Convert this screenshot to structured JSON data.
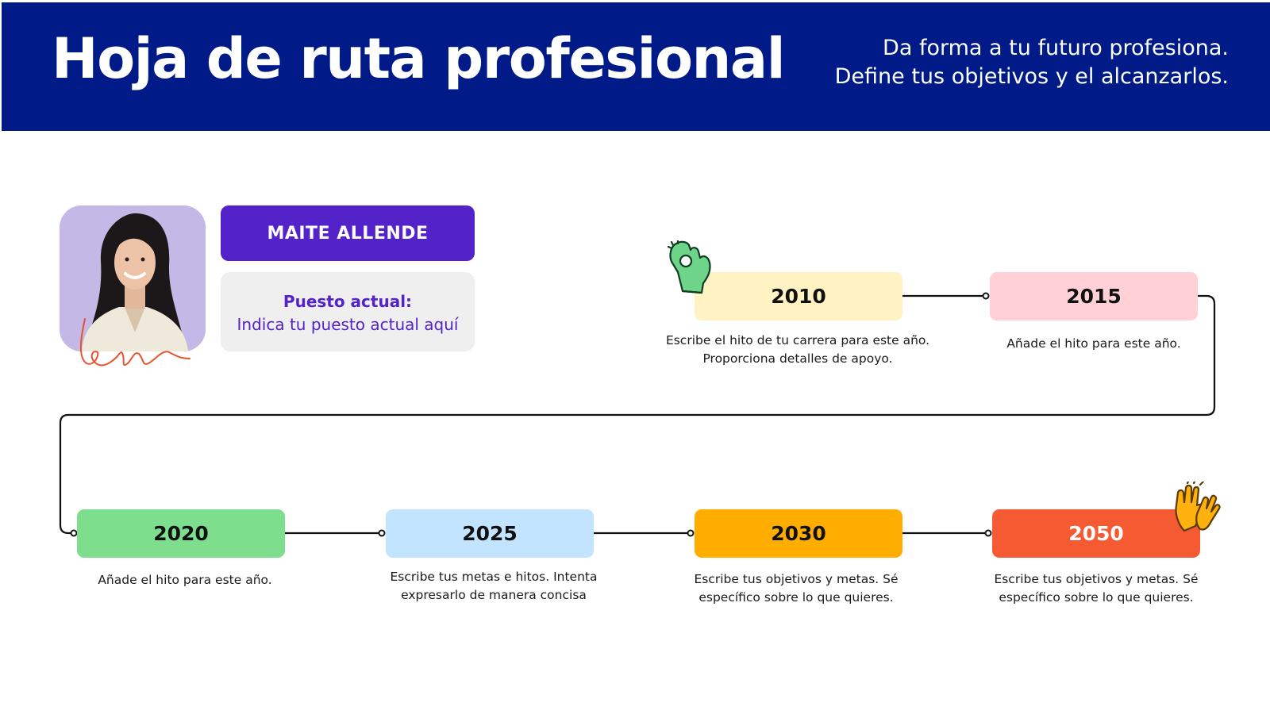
{
  "header": {
    "title": "Hoja de ruta profesional",
    "subtitle_line1": "Da forma a tu futuro profesiona.",
    "subtitle_line2": "Define tus objetivos y el alcanzarlos."
  },
  "profile": {
    "name": "MAITE ALLENDE",
    "role_label": "Puesto actual:",
    "role_value": "Indica tu puesto actual aquí"
  },
  "milestones": [
    {
      "year": "2010",
      "color": "#fff3c4",
      "text_color": "#111111",
      "desc_line1": "Escribe el hito de tu carrera para este año.",
      "desc_line2": "Proporciona detalles de apoyo."
    },
    {
      "year": "2015",
      "color": "#ffd0d6",
      "text_color": "#111111",
      "desc_line1": "Añade el hito para este año.",
      "desc_line2": ""
    },
    {
      "year": "2020",
      "color": "#7ddf8e",
      "text_color": "#111111",
      "desc_line1": "Añade el hito para este año.",
      "desc_line2": ""
    },
    {
      "year": "2025",
      "color": "#c2e4ff",
      "text_color": "#111111",
      "desc_line1": "Escribe tus metas e hitos. Intenta",
      "desc_line2": "expresarlo de manera concisa"
    },
    {
      "year": "2030",
      "color": "#ffae00",
      "text_color": "#111111",
      "desc_line1": "Escribe tus objetivos y metas. Sé",
      "desc_line2": "específico sobre lo que quieres."
    },
    {
      "year": "2050",
      "color": "#f55a32",
      "text_color": "#ffffff",
      "desc_line1": "Escribe tus objetivos y metas. Sé",
      "desc_line2": "específico sobre lo que quieres."
    }
  ],
  "colors": {
    "header_bg": "#001a87",
    "accent_purple": "#5322c8",
    "line": "#111111"
  },
  "icons": {
    "ok_hand": "ok-hand-sticker-icon",
    "high_five": "high-five-sticker-icon"
  }
}
